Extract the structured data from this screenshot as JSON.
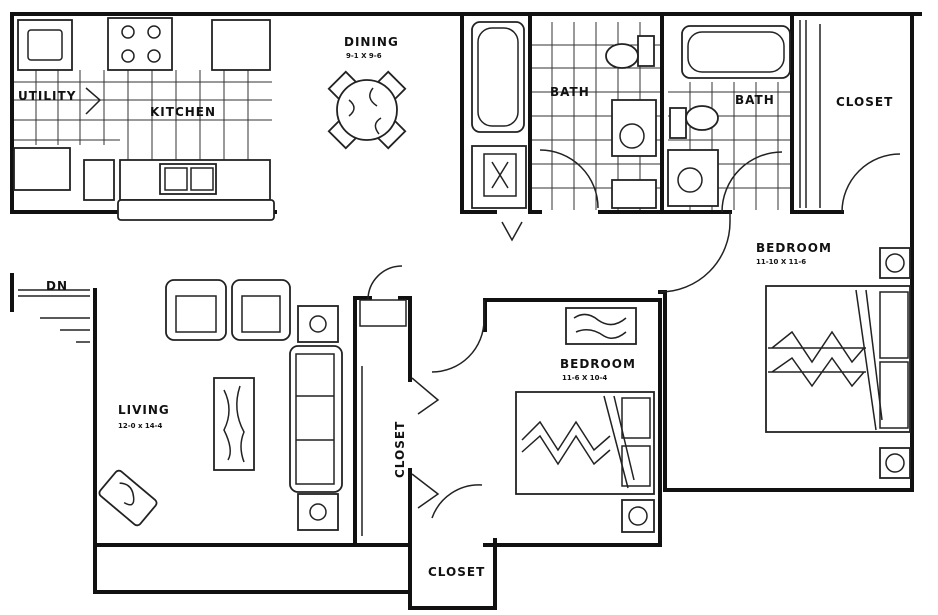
{
  "rooms": {
    "utility": {
      "name": "UTILITY"
    },
    "kitchen": {
      "name": "KITCHEN"
    },
    "dining": {
      "name": "DINING",
      "dims": "9-1 X 9-6"
    },
    "bath1": {
      "name": "BATH"
    },
    "bath2": {
      "name": "BATH"
    },
    "closet_top": {
      "name": "CLOSET"
    },
    "bedroom_master": {
      "name": "BEDROOM",
      "dims": "11-10 X 11-6"
    },
    "bedroom_second": {
      "name": "BEDROOM",
      "dims": "11-6 X 10-4"
    },
    "living": {
      "name": "LIVING",
      "dims": "12-0 x 14-4"
    },
    "closet_hall": {
      "name": "CLOSET"
    },
    "closet_bottom": {
      "name": "CLOSET"
    }
  },
  "stair": {
    "label": "DN"
  }
}
